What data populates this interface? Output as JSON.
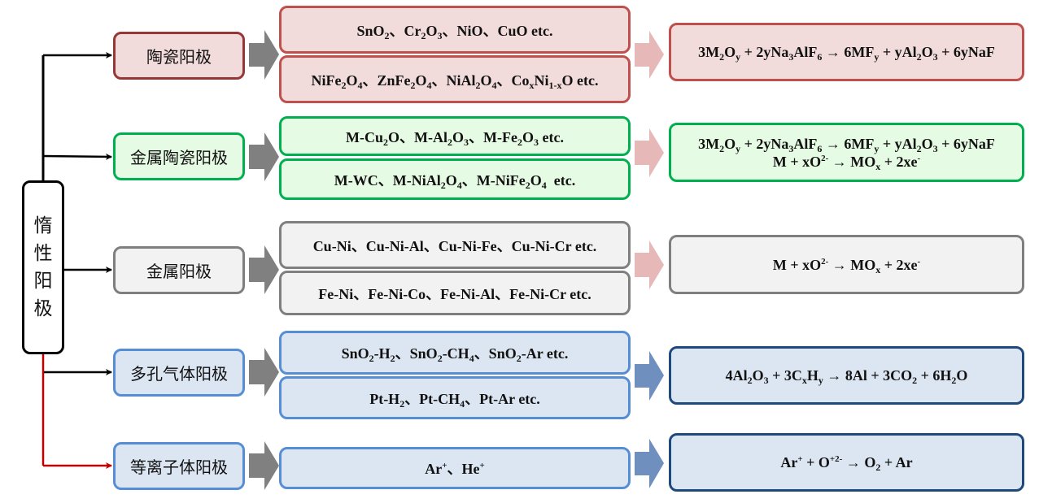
{
  "root": {
    "label_chars": [
      "惰",
      "性",
      "阳",
      "极"
    ]
  },
  "categories": [
    {
      "label": "陶瓷阳极",
      "materials": [
        {
          "html": "SnO<sub>2</sub>、Cr<sub>2</sub>O<sub>3</sub>、NiO、CuO etc."
        },
        {
          "html": "NiFe<sub>2</sub>O<sub>4</sub>、ZnFe<sub>2</sub>O<sub>4</sub>、NiAl<sub>2</sub>O<sub>4</sub>、Co<sub>x</sub>Ni<sub>1-x</sub>O etc."
        }
      ],
      "reactions": [
        {
          "html": "3M<sub>2</sub>O<sub>y</sub> + 2yNa<sub>3</sub>AlF<sub>6</sub> → 6MF<sub>y</sub> + yAl<sub>2</sub>O<sub>3</sub> + 6yNaF"
        }
      ]
    },
    {
      "label": "金属陶瓷阳极",
      "materials": [
        {
          "html": "M-Cu<sub>2</sub>O、M-Al<sub>2</sub>O<sub>3</sub>、M-Fe<sub>2</sub>O<sub>3</sub> etc."
        },
        {
          "html": "M-WC、M-NiAl<sub>2</sub>O<sub>4</sub>、M-NiFe<sub>2</sub>O<sub>4</sub>&nbsp; etc."
        }
      ],
      "reactions": [
        {
          "html": "3M<sub>2</sub>O<sub>y</sub> + 2yNa<sub>3</sub>AlF<sub>6</sub> → 6MF<sub>y</sub> + yAl<sub>2</sub>O<sub>3</sub> + 6yNaF"
        },
        {
          "html": "M + xO<sup>2-</sup> → MO<sub>x</sub> + 2xe<sup>-</sup>"
        }
      ]
    },
    {
      "label": "金属阳极",
      "materials": [
        {
          "html": "Cu-Ni、Cu-Ni-Al、Cu-Ni-Fe、Cu-Ni-Cr etc."
        },
        {
          "html": "Fe-Ni、Fe-Ni-Co、Fe-Ni-Al、Fe-Ni-Cr etc."
        }
      ],
      "reactions": [
        {
          "html": "M + xO<sup>2-</sup> → MO<sub>x</sub> + 2xe<sup>-</sup>"
        }
      ]
    },
    {
      "label": "多孔气体阳极",
      "materials": [
        {
          "html": "SnO<sub>2</sub>-H<sub>2</sub>、SnO<sub>2</sub>-CH<sub>4</sub>、SnO<sub>2</sub>-Ar etc."
        },
        {
          "html": "Pt-H<sub>2</sub>、Pt-CH<sub>4</sub>、Pt-Ar etc."
        }
      ],
      "reactions": [
        {
          "html": "4Al<sub>2</sub>O<sub>3</sub> + 3C<sub>x</sub>H<sub>y</sub> → 8Al + 3CO<sub>2</sub> + 6H<sub>2</sub>O"
        }
      ]
    },
    {
      "label": "等离子体阳极",
      "materials": [
        {
          "html": "Ar<sup>+</sup>、He<sup>+</sup>"
        }
      ],
      "reactions": [
        {
          "html": "Ar<sup>+</sup> + O<sup>+2-</sup> → O<sub>2</sub> + Ar"
        }
      ]
    }
  ],
  "colors": {
    "connector_black": "#000000",
    "connector_red": "#c00000",
    "block_arrow_gray": "#808080",
    "block_arrow_pink": "#e6b9b8",
    "block_arrow_blue": "#6f8fbf"
  }
}
